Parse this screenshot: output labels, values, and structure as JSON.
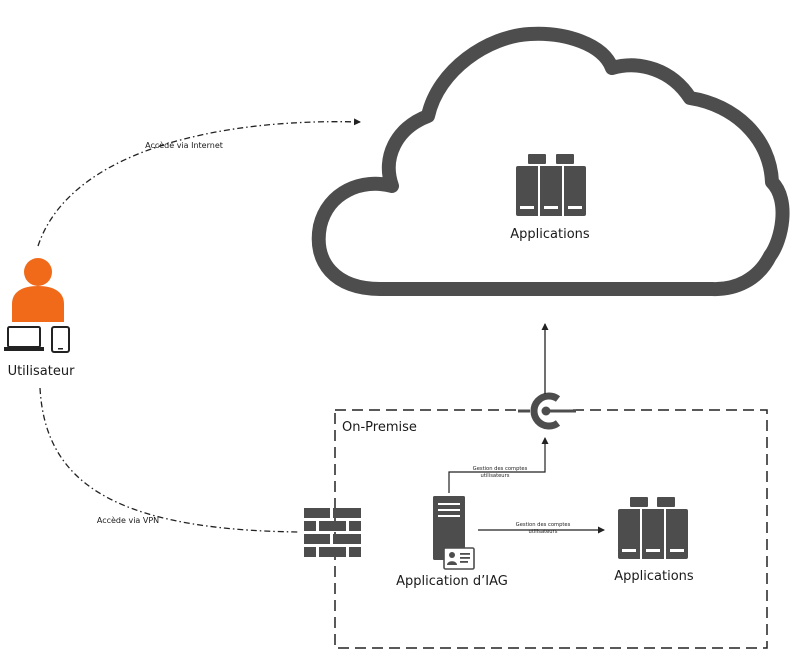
{
  "user": {
    "label": "Utilisateur"
  },
  "cloud": {
    "label": "Applications"
  },
  "on_premise": {
    "label": "On-Premise"
  },
  "iag": {
    "label": "Application d’IAG"
  },
  "onprem_apps": {
    "label": "Applications"
  },
  "links": {
    "internet": "Accède via Internet",
    "vpn": "Accède via VPN",
    "iag_to_connector": [
      "Gestion des comptes",
      "utilisateurs"
    ],
    "iag_to_apps": [
      "Gestion des comptes",
      "utilisateurs"
    ]
  },
  "colors": {
    "user": "#f06a1a",
    "dark": "#4d4d4d",
    "line": "#222222"
  }
}
